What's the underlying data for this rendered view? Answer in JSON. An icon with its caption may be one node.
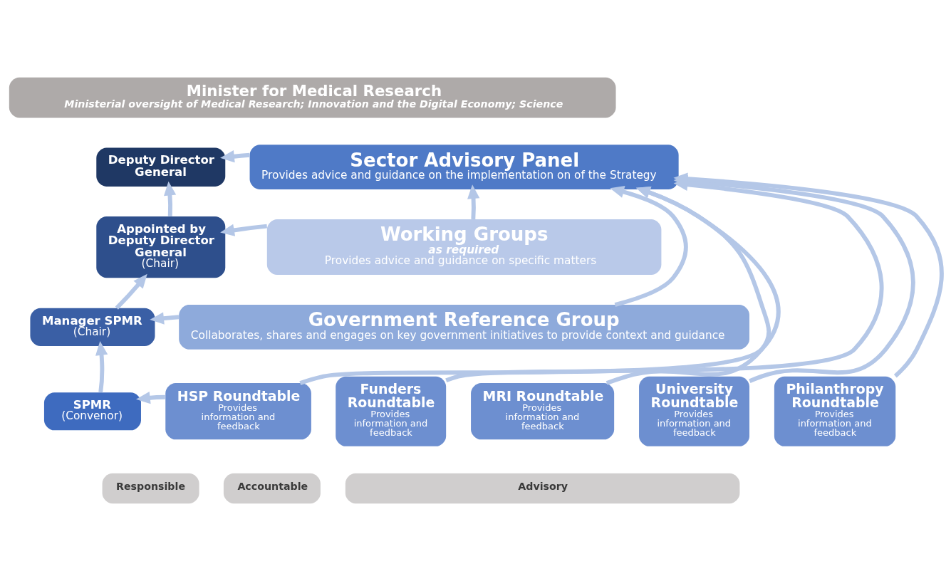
{
  "diagram": {
    "nodes": [
      {
        "text": [
          "Minister for Medical Research",
          "Ministerial oversight of Medical Research; Innovation and the Digital Economy; Science"
        ]
      },
      {
        "text": [
          "Deputy Director General"
        ]
      },
      {
        "text": [
          "Sector Advisory Panel",
          "Provides advice and guidance on the implementation on of the Strategy"
        ]
      },
      {
        "text": [
          "Appointed by Deputy Director General",
          "(Chair)"
        ]
      },
      {
        "text": [
          "Working Groups",
          "as required",
          "Provides advice and guidance on specific matters"
        ]
      },
      {
        "text": [
          "Manager SPMR",
          "(Chair)"
        ]
      },
      {
        "text": [
          "Government Reference Group",
          "Collaborates, shares and engages on key government initiatives to provide context and guidance"
        ]
      },
      {
        "text": [
          "SPMR",
          "(Convenor)"
        ]
      },
      {
        "text": [
          "HSP Roundtable",
          "Provides information and feedback"
        ]
      },
      {
        "text": [
          "Funders Roundtable",
          "Provides information and feedback"
        ]
      },
      {
        "text": [
          "MRI Roundtable",
          "Provides information and feedback"
        ]
      },
      {
        "text": [
          "University Roundtable",
          "Provides information and feedback"
        ]
      },
      {
        "text": [
          "Philanthropy Roundtable",
          "Provides information and feedback"
        ]
      },
      {
        "text": [
          "Responsible"
        ]
      },
      {
        "text": [
          "Accountable"
        ]
      },
      {
        "text": [
          "Advisory"
        ]
      }
    ],
    "edges": [
      {
        "from": 2,
        "to": 1,
        "arrow": "to"
      },
      {
        "from": 3,
        "to": 1,
        "arrow": "to"
      },
      {
        "from": 4,
        "to": 3,
        "arrow": "to"
      },
      {
        "from": 5,
        "to": 3,
        "arrow": "to"
      },
      {
        "from": 6,
        "to": 5,
        "arrow": "to"
      },
      {
        "from": 7,
        "to": 5,
        "arrow": "to"
      },
      {
        "from": 8,
        "to": 7,
        "arrow": "to"
      },
      {
        "from": 4,
        "to": 2,
        "arrow": "to"
      },
      {
        "from": 6,
        "to": 2,
        "arrow": "to"
      },
      {
        "from": 8,
        "to": 2,
        "arrow": "to"
      },
      {
        "from": 9,
        "to": 2,
        "arrow": "to"
      },
      {
        "from": 10,
        "to": 2,
        "arrow": "to"
      },
      {
        "from": 11,
        "to": 2,
        "arrow": "to"
      },
      {
        "from": 12,
        "to": 2,
        "arrow": "to"
      }
    ]
  }
}
